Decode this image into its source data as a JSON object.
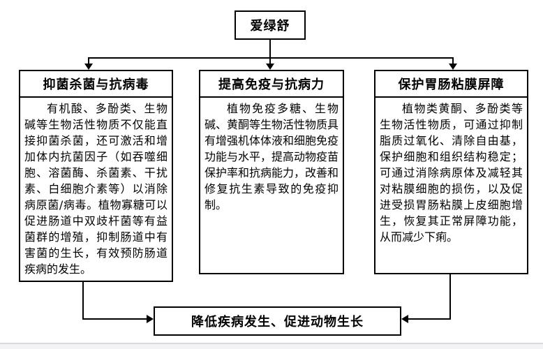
{
  "diagram": {
    "root": {
      "label": "爱绿舒"
    },
    "branches": [
      {
        "title": "抑菌杀菌与抗病毒",
        "body": "有机酸、多酚类、生物碱等生物活性物质不仅能直接抑菌杀菌，还可激活和增加体内抗菌因子（如吞噬细胞、溶菌酶、杀菌素、干扰素、白细胞介素等）以消除病原菌/病毒。植物寡糖可以促进肠道中双歧杆菌等有益菌群的增殖，抑制肠道中有害菌的生长，有效预防肠道疾病的发生。"
      },
      {
        "title": "提高免疫与抗病力",
        "body": "植物免疫多糖、生物碱、黄酮等生物活性物质具有增强机体体液和细胞免疫功能与水平，提高动物疫苗保护率和抗病能力，改善和修复抗生素导致的免疫抑制。"
      },
      {
        "title": "保护胃肠粘膜屏障",
        "body": "植物类黄酮、多酚类等生物活性物质，可通过抑制脂质过氧化、清除自由基，保护细胞和组织结构稳定；可通过消除病原体及减轻其对粘膜细胞的损伤，以及促进受损胃肠粘膜上皮细胞增生，恢复其正常屏障功能，从而减少下痢。"
      }
    ],
    "outcome": {
      "label": "降低疾病发生、促进动物生长"
    }
  },
  "colors": {
    "line": "#000000",
    "background": "#ffffff",
    "footer_bar": "#f3f3f5",
    "footer_edge": "#d9d9dc"
  }
}
